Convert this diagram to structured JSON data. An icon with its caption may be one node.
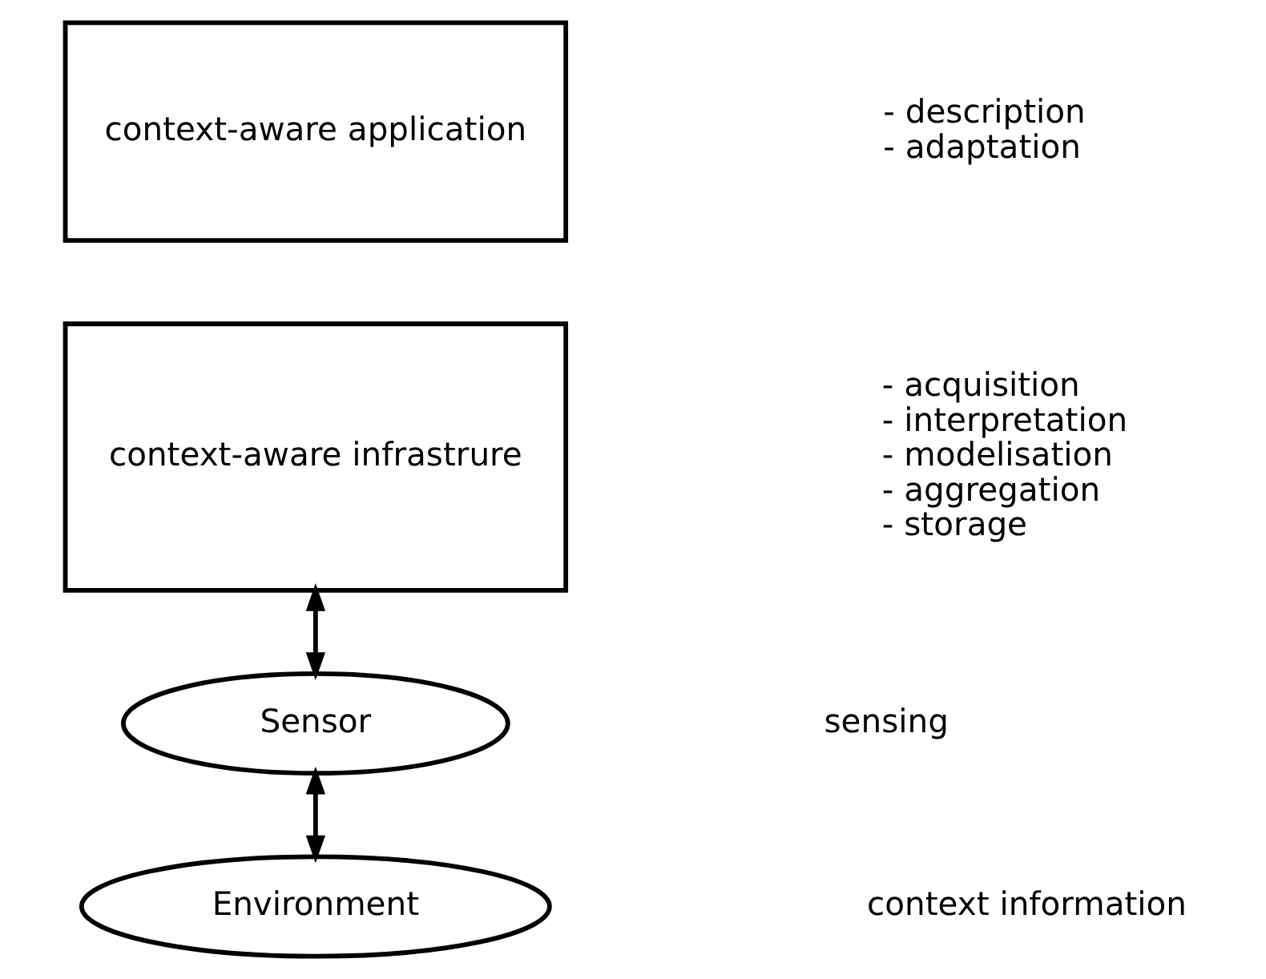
{
  "diagram": {
    "nodes": [
      {
        "text": [
          "context-aware application"
        ]
      },
      {
        "text": [
          "context-aware infrastrure"
        ]
      },
      {
        "text": [
          "Sensor"
        ]
      },
      {
        "text": [
          "Environment"
        ]
      }
    ],
    "edges": [
      {
        "from": 1,
        "to": 2,
        "arrow": "both"
      },
      {
        "from": 2,
        "to": 3,
        "arrow": "both"
      }
    ],
    "labels": [
      "- description",
      "- adaptation",
      "- acquisition",
      "- interpretation",
      "- modelisation",
      "- aggregation",
      "- storage",
      "sensing",
      "context information"
    ]
  }
}
